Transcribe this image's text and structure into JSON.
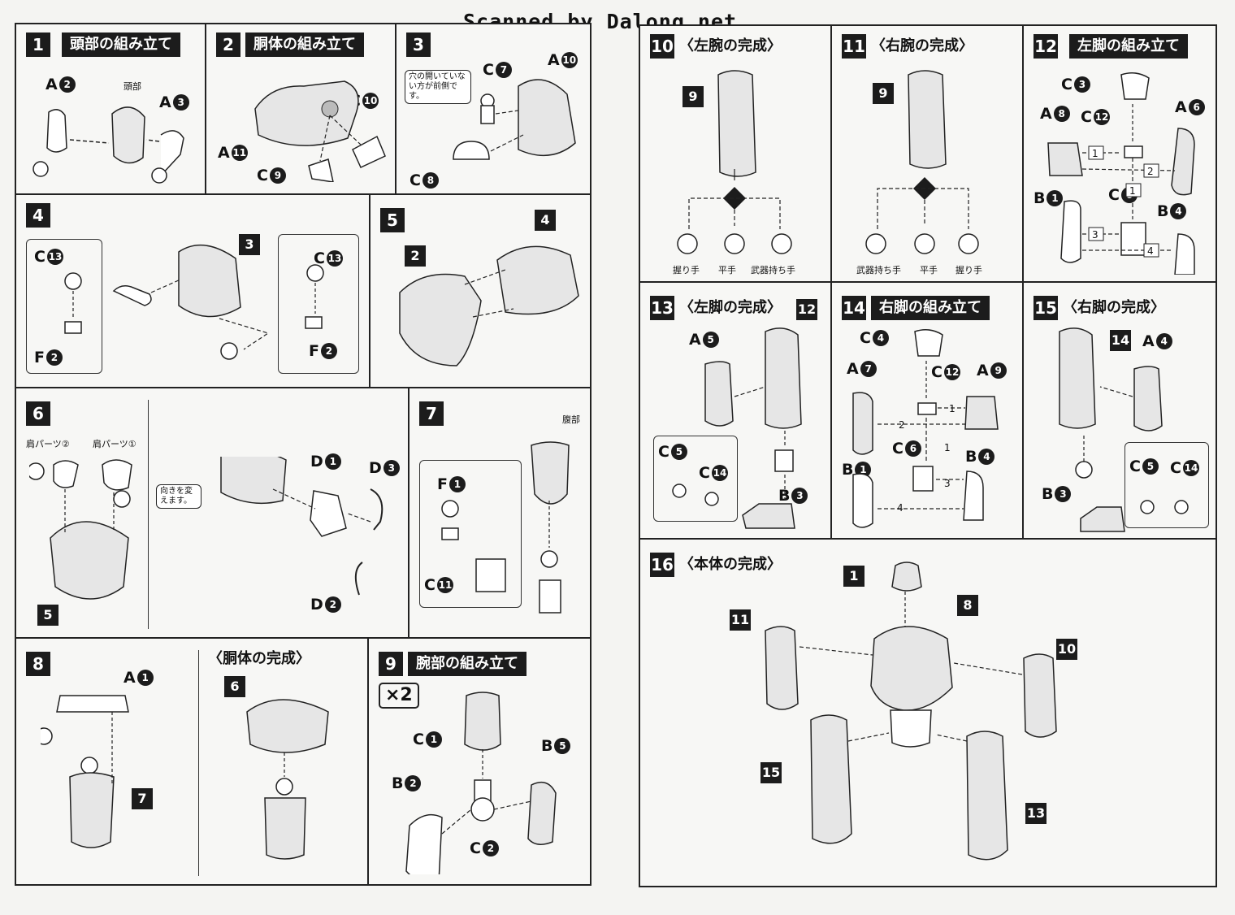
{
  "header": "Scanned by Dalong.net",
  "steps": [
    {
      "num": "1",
      "title": "頭部の組み立て",
      "labels": {
        "a": "A",
        "a_num": "2",
        "b": "A",
        "b_num": "3",
        "part": "頭部"
      }
    },
    {
      "num": "2",
      "title": "胴体の組み立て",
      "labels": {
        "a": "C",
        "a_num": "10",
        "b": "A",
        "b_num": "11",
        "c": "C",
        "c_num": "9"
      }
    },
    {
      "num": "3",
      "title": "",
      "labels": {
        "note": "穴の開いていない方が前側です。",
        "a": "C",
        "a_num": "7",
        "b": "A",
        "b_num": "10",
        "c": "C",
        "c_num": "8"
      }
    },
    {
      "num": "4",
      "title": "",
      "labels": {
        "a": "C",
        "a_num": "13",
        "b": "F",
        "b_num": "2",
        "c": "C",
        "c_num": "13",
        "d": "F",
        "d_num": "2",
        "ref": "3"
      }
    },
    {
      "num": "5",
      "title": "",
      "labels": {
        "ref1": "2",
        "ref2": "4"
      }
    },
    {
      "num": "6",
      "title": "",
      "labels": {
        "p2": "肩パーツ②",
        "p1": "肩パーツ①",
        "dir": "向きを変えます。",
        "d1": "D",
        "d1_num": "1",
        "d3": "D",
        "d3_num": "3",
        "d2": "D",
        "d2_num": "2",
        "ref": "5"
      }
    },
    {
      "num": "7",
      "title": "",
      "labels": {
        "part": "腹部",
        "f": "F",
        "f_num": "1",
        "c": "C",
        "c_num": "11"
      }
    },
    {
      "num": "8",
      "title": "〈胴体の完成〉",
      "labels": {
        "a": "A",
        "a_num": "1",
        "ref1": "7",
        "ref2": "6"
      }
    },
    {
      "num": "9",
      "title": "腕部の組み立て",
      "labels": {
        "x2": "×2",
        "c1": "C",
        "c1_num": "1",
        "b2": "B",
        "b2_num": "2",
        "b5": "B",
        "b5_num": "5",
        "c2": "C",
        "c2_num": "2"
      }
    },
    {
      "num": "10",
      "title": "〈左腕の完成〉",
      "labels": {
        "ref": "9",
        "h1": "握り手",
        "h2": "平手",
        "h3": "武器持ち手"
      }
    },
    {
      "num": "11",
      "title": "〈右腕の完成〉",
      "labels": {
        "ref": "9",
        "h1": "武器持ち手",
        "h2": "平手",
        "h3": "握り手"
      }
    },
    {
      "num": "12",
      "title": "左脚の組み立て",
      "labels": {
        "c3": "C",
        "c3_num": "3",
        "a8": "A",
        "a8_num": "8",
        "c12": "C",
        "c12_num": "12",
        "a6": "A",
        "a6_num": "6",
        "b1": "B",
        "b1_num": "1",
        "c6": "C",
        "c6_num": "6",
        "b4": "B",
        "b4_num": "4",
        "s1": "1",
        "s2": "2",
        "s1b": "1",
        "s3": "3",
        "s4": "4"
      }
    },
    {
      "num": "13",
      "title": "〈左脚の完成〉",
      "labels": {
        "ref": "12",
        "a5": "A",
        "a5_num": "5",
        "c5": "C",
        "c5_num": "5",
        "c14": "C",
        "c14_num": "14",
        "b3": "B",
        "b3_num": "3"
      }
    },
    {
      "num": "14",
      "title": "右脚の組み立て",
      "labels": {
        "c4": "C",
        "c4_num": "4",
        "a7": "A",
        "a7_num": "7",
        "c12": "C",
        "c12_num": "12",
        "a9": "A",
        "a9_num": "9",
        "c6": "C",
        "c6_num": "6",
        "b1": "B",
        "b1_num": "1",
        "b4": "B",
        "b4_num": "4",
        "s1": "1",
        "s2": "2",
        "s1b": "1",
        "s3": "3",
        "s4": "4"
      }
    },
    {
      "num": "15",
      "title": "〈右脚の完成〉",
      "labels": {
        "ref": "14",
        "a4": "A",
        "a4_num": "4",
        "c5": "C",
        "c5_num": "5",
        "c14": "C",
        "c14_num": "14",
        "b3": "B",
        "b3_num": "3"
      }
    },
    {
      "num": "16",
      "title": "〈本体の完成〉",
      "labels": {
        "r1": "1",
        "r8": "8",
        "r11": "11",
        "r10": "10",
        "r15": "15",
        "r13": "13"
      }
    }
  ]
}
